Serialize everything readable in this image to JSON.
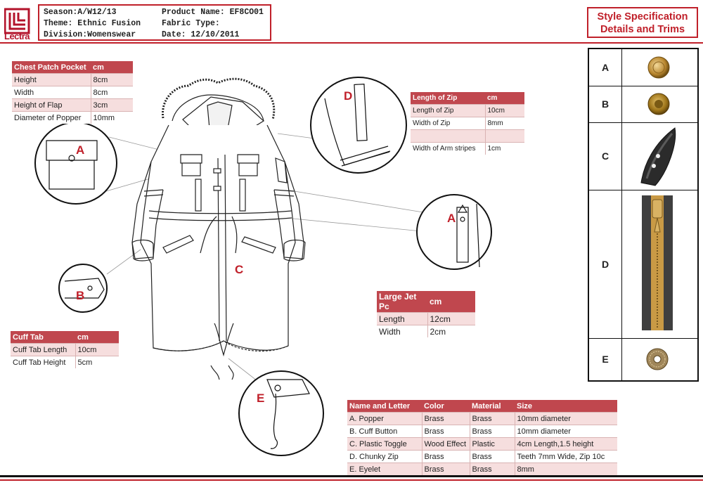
{
  "brand": {
    "logo_text": "Lectra"
  },
  "header": {
    "season": "Season:A/W12/13",
    "theme": "Theme: Ethnic Fusion",
    "division": "Division:Womenswear",
    "product_name": "Product Name: EF8CO01",
    "fabric_type": "Fabric Type:",
    "date": "Date: 12/10/2011"
  },
  "title": {
    "line1": "Style Specification",
    "line2": "Details and Trims"
  },
  "tables": {
    "chest_patch_pocket": {
      "headers": [
        "Chest Patch Pocket",
        "cm"
      ],
      "rows": [
        [
          "Height",
          "8cm"
        ],
        [
          "Width",
          "8cm"
        ],
        [
          "Height of Flap",
          "3cm"
        ],
        [
          "Diameter of Popper",
          "10mm"
        ]
      ]
    },
    "zip": {
      "headers": [
        "Length of Zip",
        "cm"
      ],
      "rows": [
        [
          "Length of Zip",
          "10cm"
        ],
        [
          "Width of Zip",
          "8mm"
        ],
        [
          "",
          ""
        ],
        [
          "Width of Arm stripes",
          "1cm"
        ]
      ]
    },
    "large_jet_pocket": {
      "headers": [
        "Large Jet Pc",
        "cm"
      ],
      "rows": [
        [
          "Length",
          "12cm"
        ],
        [
          "Width",
          "2cm"
        ]
      ]
    },
    "cuff_tab": {
      "headers": [
        "Cuff Tab",
        "cm"
      ],
      "rows": [
        [
          "Cuff Tab Length",
          "10cm"
        ],
        [
          "Cuff Tab Height",
          "5cm"
        ]
      ]
    },
    "trims_list": {
      "headers": [
        "Name and Letter",
        "Color",
        "Material",
        "Size"
      ],
      "rows": [
        [
          "A. Popper",
          "Brass",
          "Brass",
          "10mm diameter"
        ],
        [
          "B. Cuff Button",
          "Brass",
          "Brass",
          "10mm diameter"
        ],
        [
          "C. Plastic Toggle",
          "Wood Effect",
          "Plastic",
          "4cm Length,1.5 height"
        ],
        [
          "D. Chunky Zip",
          "Brass",
          "Brass",
          "Teeth 7mm Wide, Zip 10c"
        ],
        [
          "E. Eyelet",
          "Brass",
          "Brass",
          "8mm"
        ]
      ]
    }
  },
  "callouts": {
    "a1": "A",
    "a2": "A",
    "b": "B",
    "c": "C",
    "d": "D",
    "e": "E"
  },
  "trims_panel": [
    {
      "letter": "A",
      "icon": "popper-icon"
    },
    {
      "letter": "B",
      "icon": "cuff-button-icon"
    },
    {
      "letter": "C",
      "icon": "horn-toggle-icon"
    },
    {
      "letter": "D",
      "icon": "chunky-zip-icon"
    },
    {
      "letter": "E",
      "icon": "eyelet-icon"
    }
  ],
  "colors": {
    "accent": "#c0202a",
    "table_header": "#c0474e",
    "table_alt": "#f6dede",
    "brass": "#b8862e"
  }
}
